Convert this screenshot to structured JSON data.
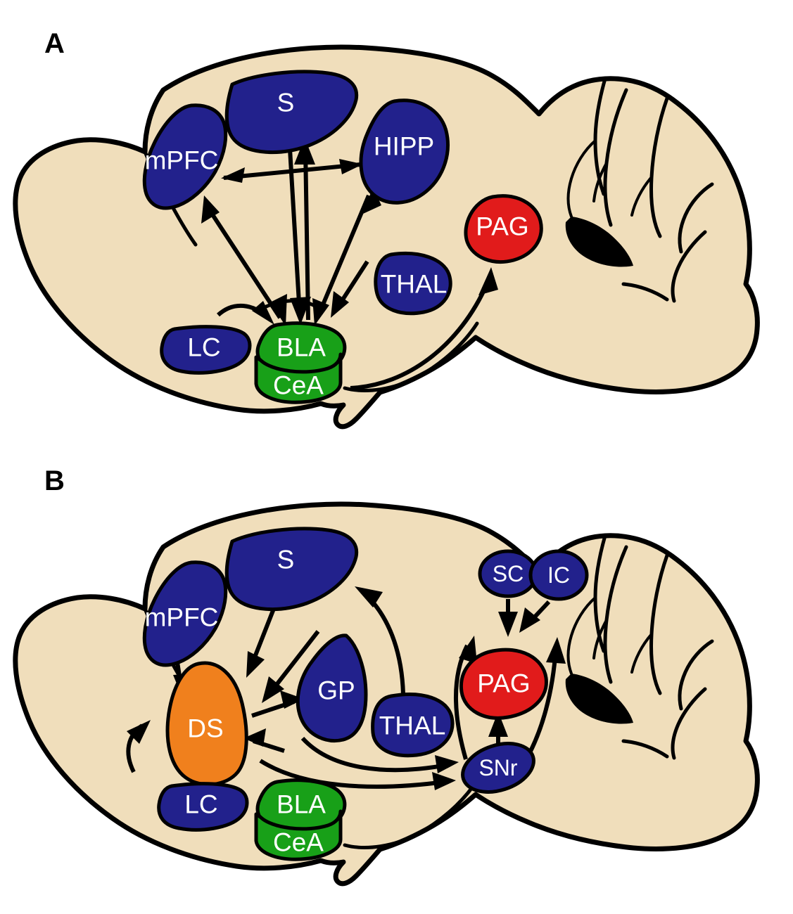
{
  "figure": {
    "type": "schematic-diagram",
    "subject": "Rodent sagittal brain section circuit schematics",
    "background_color": "#ffffff",
    "brain_fill_color": "#f0debb",
    "outline_color": "#000000"
  },
  "legend_colors": {
    "cortical_subcortical_blue": "#22218c",
    "amygdala_green": "#18a018",
    "pag_red": "#e11b1b",
    "striatum_orange": "#f0801d"
  },
  "panels": [
    {
      "id": "A",
      "label": "A",
      "regions": [
        {
          "key": "mPFC",
          "label": "mPFC",
          "color": "#22218c",
          "color_name": "blue"
        },
        {
          "key": "S",
          "label": "S",
          "color": "#22218c",
          "color_name": "blue"
        },
        {
          "key": "HIPP",
          "label": "HIPP",
          "color": "#22218c",
          "color_name": "blue"
        },
        {
          "key": "PAG",
          "label": "PAG",
          "color": "#e11b1b",
          "color_name": "red"
        },
        {
          "key": "THAL",
          "label": "THAL",
          "color": "#22218c",
          "color_name": "blue"
        },
        {
          "key": "LC",
          "label": "LC",
          "color": "#22218c",
          "color_name": "blue"
        },
        {
          "key": "BLA",
          "label": "BLA",
          "color": "#18a018",
          "color_name": "green"
        },
        {
          "key": "CeA",
          "label": "CeA",
          "color": "#18a018",
          "color_name": "green"
        }
      ],
      "connections": [
        {
          "from": "mPFC",
          "to": "HIPP",
          "direction": "bidirectional"
        },
        {
          "from": "S",
          "to": "BLA",
          "direction": "unidirectional"
        },
        {
          "from": "BLA",
          "to": "S",
          "direction": "unidirectional"
        },
        {
          "from": "mPFC",
          "to": "BLA",
          "direction": "bidirectional"
        },
        {
          "from": "HIPP",
          "to": "BLA",
          "direction": "bidirectional"
        },
        {
          "from": "THAL",
          "to": "BLA",
          "direction": "unidirectional"
        },
        {
          "from": "LC",
          "to": "BLA",
          "direction": "unidirectional"
        },
        {
          "from": "CeA",
          "to": "PAG",
          "direction": "unidirectional"
        }
      ]
    },
    {
      "id": "B",
      "label": "B",
      "regions": [
        {
          "key": "mPFC",
          "label": "mPFC",
          "color": "#22218c",
          "color_name": "blue"
        },
        {
          "key": "S",
          "label": "S",
          "color": "#22218c",
          "color_name": "blue"
        },
        {
          "key": "SC",
          "label": "SC",
          "color": "#22218c",
          "color_name": "blue"
        },
        {
          "key": "IC",
          "label": "IC",
          "color": "#22218c",
          "color_name": "blue"
        },
        {
          "key": "PAG",
          "label": "PAG",
          "color": "#e11b1b",
          "color_name": "red"
        },
        {
          "key": "GP",
          "label": "GP",
          "color": "#22218c",
          "color_name": "blue"
        },
        {
          "key": "THAL",
          "label": "THAL",
          "color": "#22218c",
          "color_name": "blue"
        },
        {
          "key": "DS",
          "label": "DS",
          "color": "#f0801d",
          "color_name": "orange"
        },
        {
          "key": "SNr",
          "label": "SNr",
          "color": "#22218c",
          "color_name": "blue"
        },
        {
          "key": "LC",
          "label": "LC",
          "color": "#22218c",
          "color_name": "blue"
        },
        {
          "key": "BLA",
          "label": "BLA",
          "color": "#18a018",
          "color_name": "green"
        },
        {
          "key": "CeA",
          "label": "CeA",
          "color": "#18a018",
          "color_name": "green"
        }
      ],
      "connections": [
        {
          "from": "mPFC",
          "to": "DS",
          "direction": "unidirectional"
        },
        {
          "from": "S",
          "to": "DS",
          "direction": "unidirectional"
        },
        {
          "from": "THAL",
          "to": "DS",
          "direction": "unidirectional"
        },
        {
          "from": "DS",
          "to": "GP",
          "direction": "unidirectional"
        },
        {
          "from": "LC",
          "to": "DS",
          "direction": "unidirectional"
        },
        {
          "from": "BLA",
          "to": "DS",
          "direction": "unidirectional"
        },
        {
          "from": "THAL",
          "to": "S",
          "direction": "unidirectional"
        },
        {
          "from": "GP",
          "to": "SNr",
          "direction": "unidirectional"
        },
        {
          "from": "DS",
          "to": "SNr",
          "direction": "unidirectional"
        },
        {
          "from": "SNr",
          "to": "SC",
          "direction": "unidirectional"
        },
        {
          "from": "SNr",
          "to": "PAG",
          "direction": "unidirectional"
        },
        {
          "from": "SNr",
          "to": "IC",
          "direction": "unidirectional"
        },
        {
          "from": "SC",
          "to": "PAG",
          "direction": "unidirectional"
        },
        {
          "from": "IC",
          "to": "PAG",
          "direction": "unidirectional"
        }
      ]
    }
  ]
}
